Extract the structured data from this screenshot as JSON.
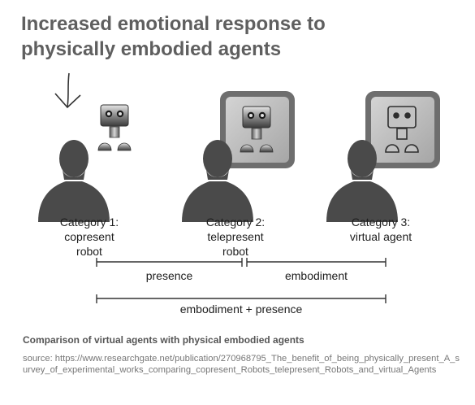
{
  "title_lines": [
    "Increased emotional response to",
    "physically embodied agents"
  ],
  "categories": [
    {
      "lines": [
        "Category 1:",
        "copresent",
        "robot"
      ]
    },
    {
      "lines": [
        "Category 2:",
        "telepresent",
        "robot"
      ]
    },
    {
      "lines": [
        "Category 3:",
        "virtual agent"
      ]
    }
  ],
  "spans": {
    "presence": "presence",
    "embodiment": "embodiment",
    "combined": "embodiment + presence"
  },
  "caption": "Comparison of  virtual agents with physical embodied agents",
  "source": "source: https://www.researchgate.net/publication/270968795_The_benefit_of_being_physically_present_A_survey_of_experimental_works_comparing_copresent_Robots_telepresent_Robots_and_virtual_Agents",
  "icons": [
    "down-arrow-icon",
    "person-silhouette-icon",
    "robot-icon",
    "screen-frame-icon"
  ]
}
